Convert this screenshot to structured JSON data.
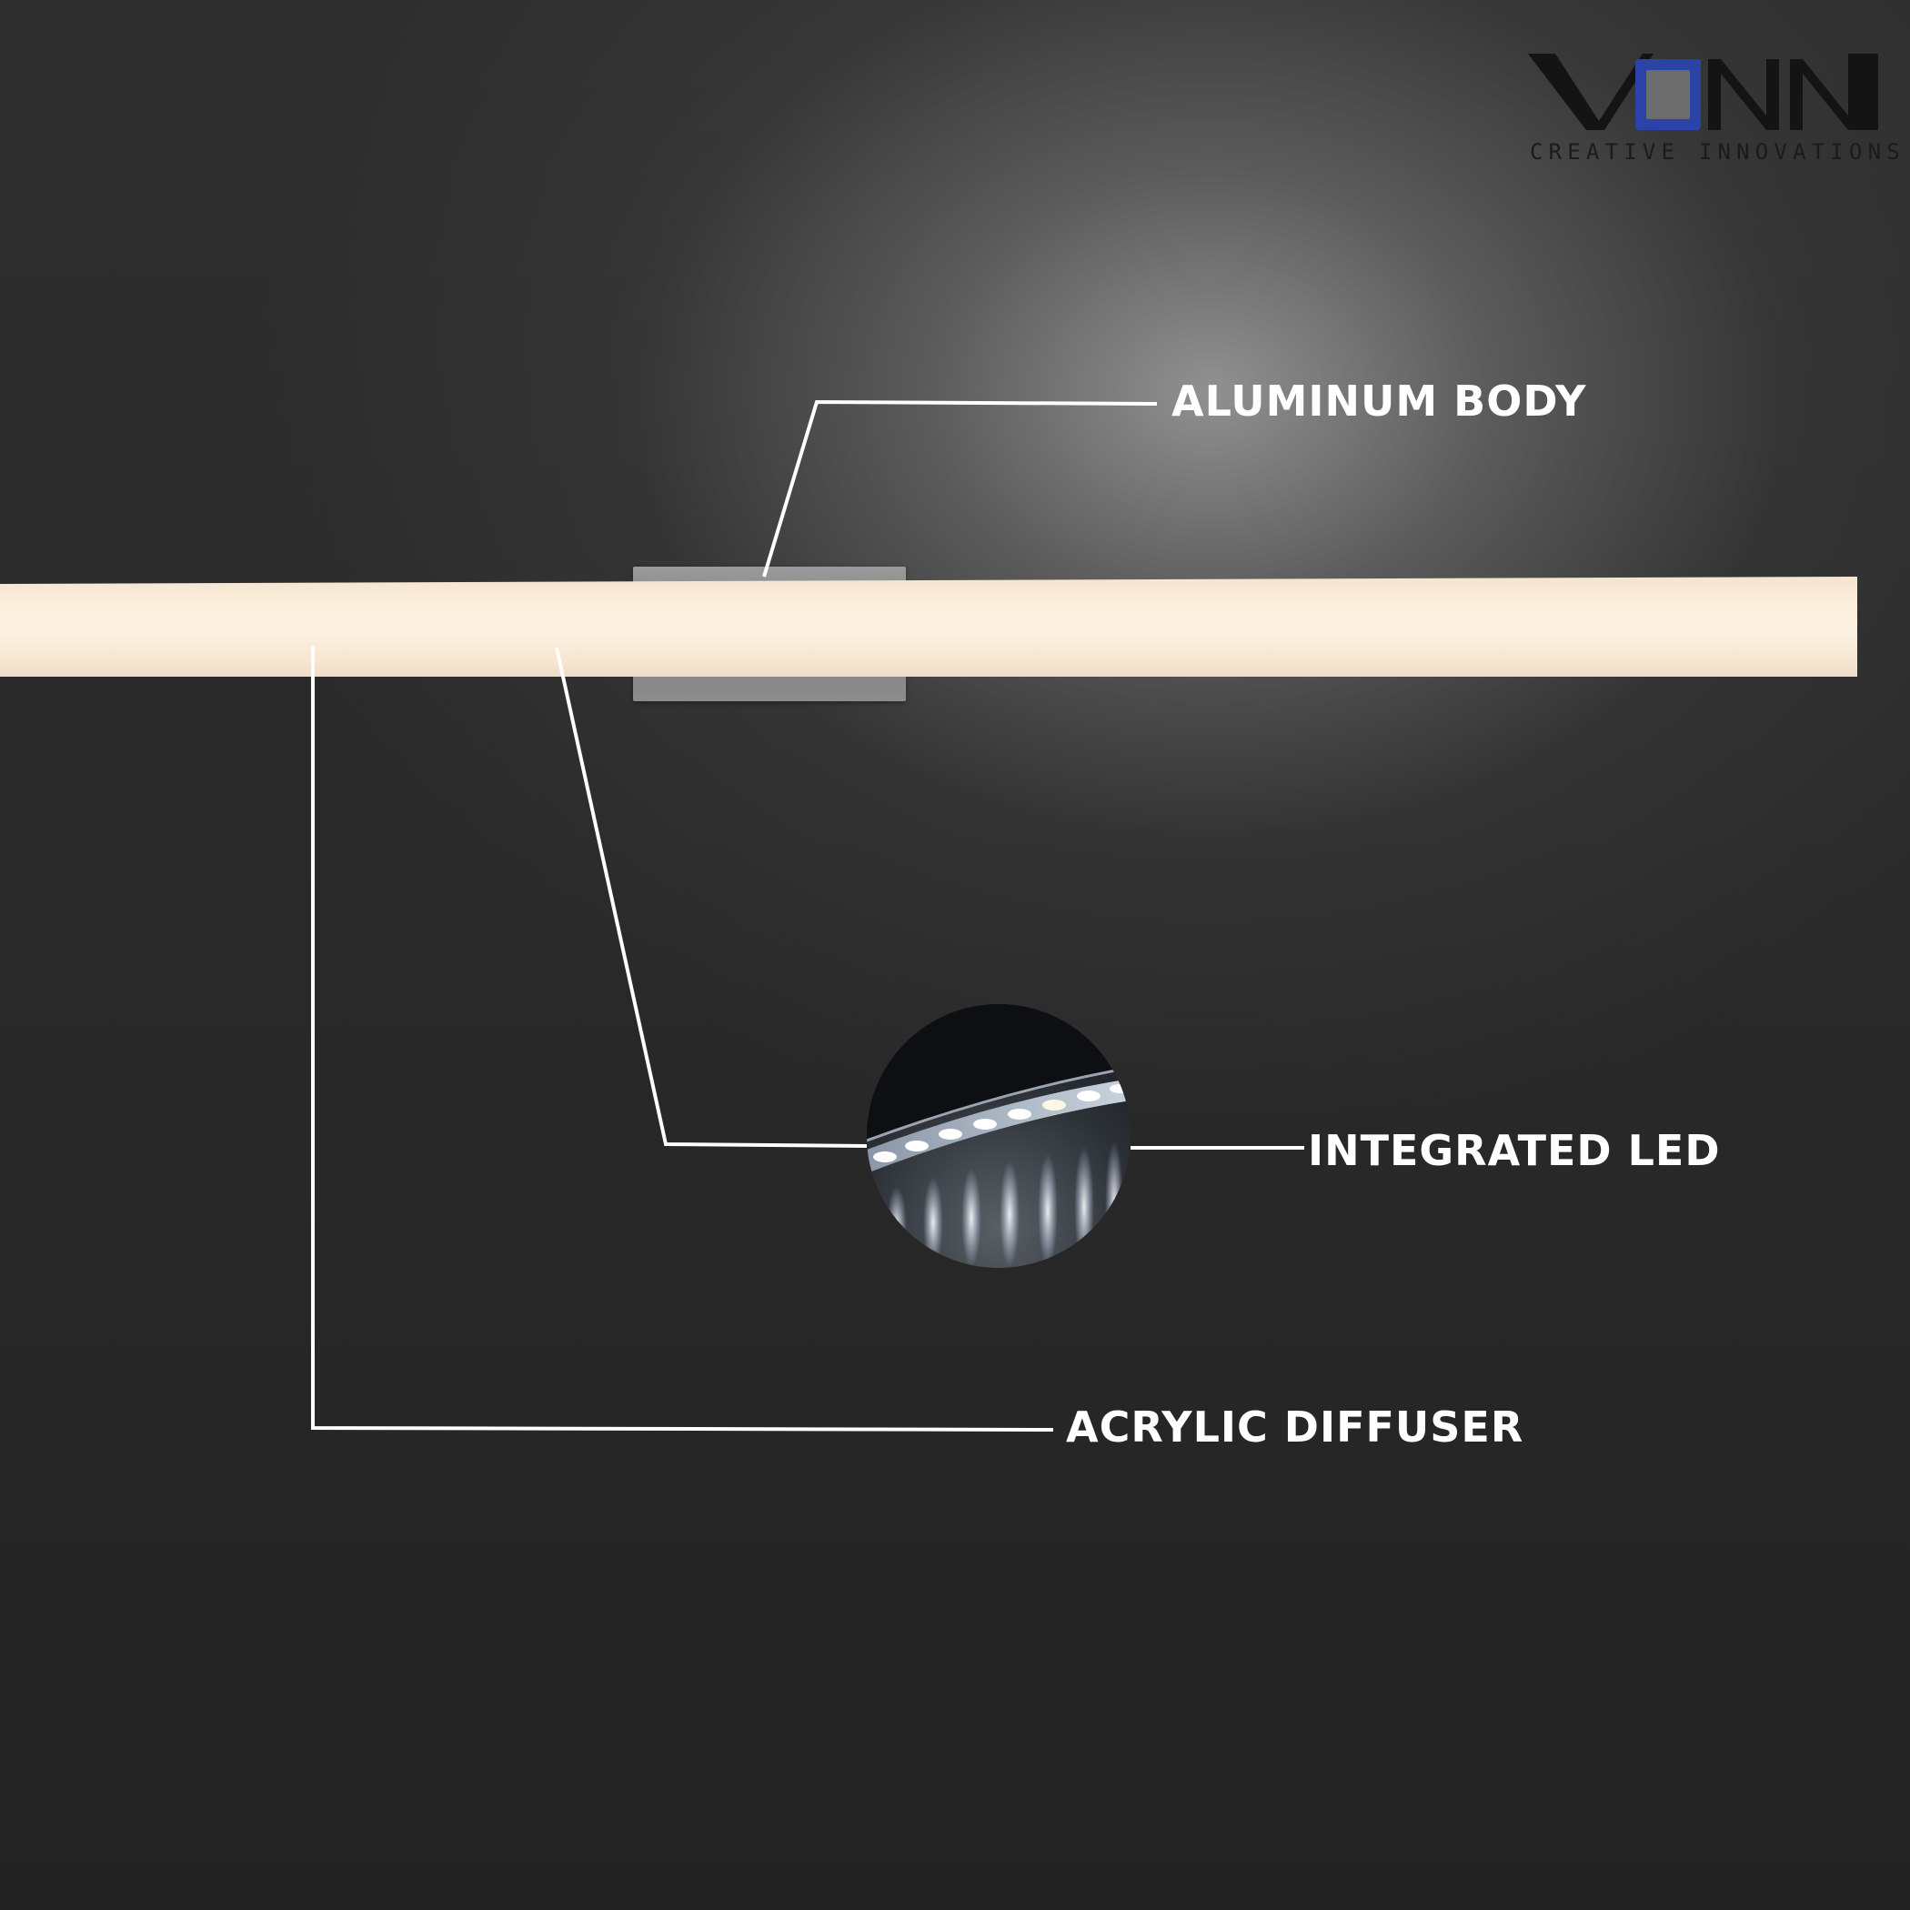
{
  "brand": {
    "name": "VONN",
    "tagline": "CREATIVE INNOVATIONS",
    "colors": {
      "primary": "#141414",
      "accent": "#2b43a6"
    }
  },
  "product": {
    "bar_color": "#fbeedc",
    "led_color": "#eef4ff"
  },
  "callouts": [
    {
      "label": "ALUMINUM BODY"
    },
    {
      "label": "INTEGRATED LED"
    },
    {
      "label": "ACRYLIC DIFFUSER"
    }
  ],
  "icons": {
    "led_detail": "led-strip-closeup-icon"
  }
}
